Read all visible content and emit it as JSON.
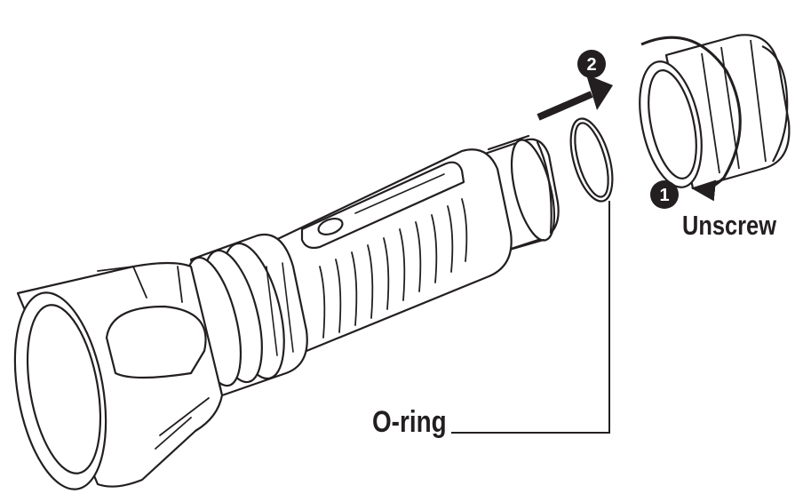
{
  "labels": {
    "step1_number": "1",
    "step2_number": "2",
    "unscrew": "Unscrew",
    "oring": "O-ring"
  },
  "colors": {
    "line": "#231f20",
    "fill": "#ffffff"
  },
  "icons": {
    "step1_badge": "circled-number-icon",
    "step2_badge": "circled-number-icon",
    "rotate_arrow": "curved-rotation-arrow-icon",
    "pull_arrow": "straight-arrow-icon"
  }
}
